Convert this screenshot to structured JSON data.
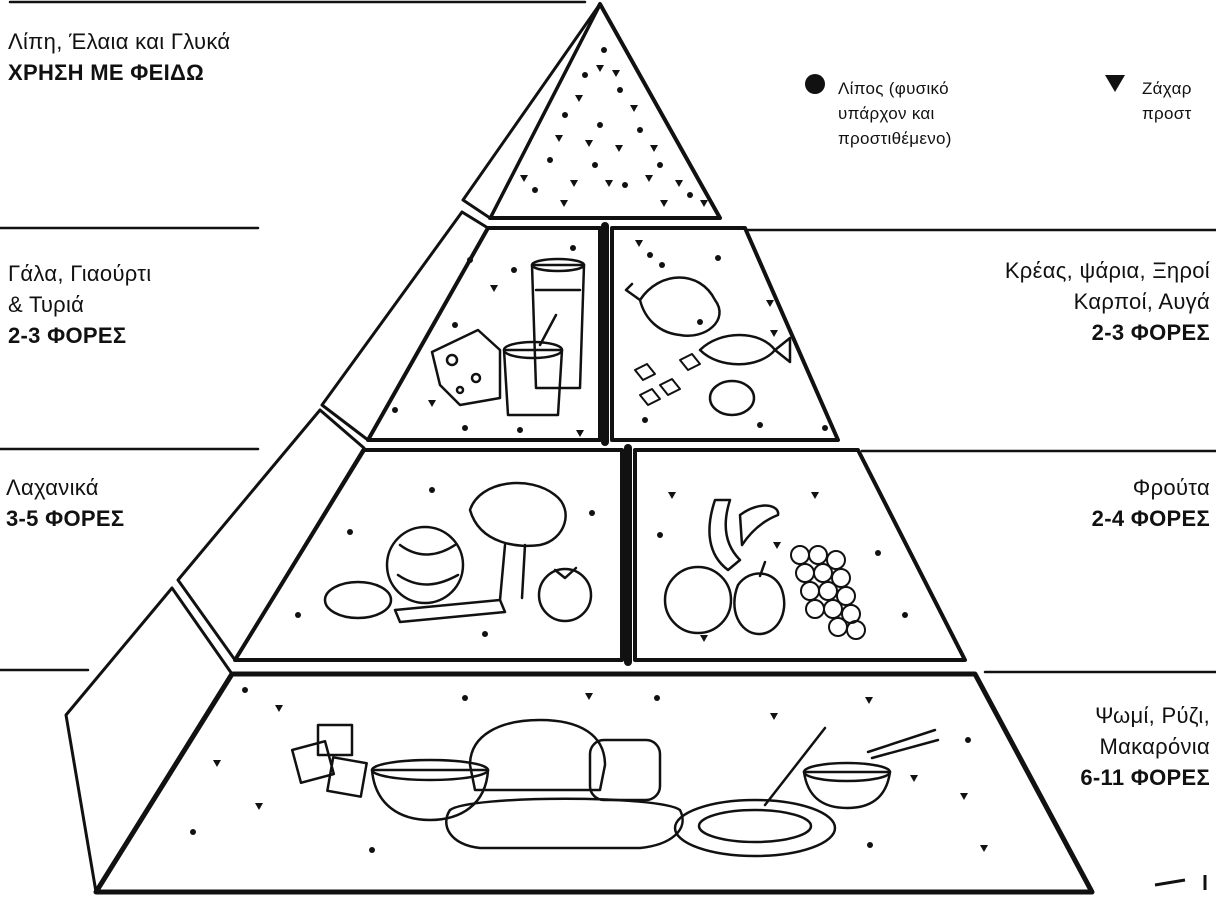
{
  "tiers": {
    "fats": {
      "name": "Λίπη, Έλαια και Γλυκά",
      "servings": "ΧΡΗΣΗ ΜΕ ΦΕΙΔΩ"
    },
    "dairy": {
      "name_line1": "Γάλα, Γιαούρτι",
      "name_line2": "& Τυριά",
      "servings": "2-3 ΦΟΡΕΣ"
    },
    "protein": {
      "name_line1": "Κρέας, ψάρια, Ξηροί",
      "name_line2": "Καρποί, Αυγά",
      "servings": "2-3 ΦΟΡΕΣ"
    },
    "vegetables": {
      "name": "Λαχανικά",
      "servings": "3-5 ΦΟΡΕΣ"
    },
    "fruits": {
      "name": "Φρούτα",
      "servings": "2-4 ΦΟΡΕΣ"
    },
    "grains": {
      "name_line1": "Ψωμί, Ρύζι,",
      "name_line2": "Μακαρόνια",
      "servings": "6-11 ΦΟΡΕΣ"
    }
  },
  "legend": {
    "fat": {
      "line1": "Λίπος (φυσικό",
      "line2": "υπάρχον και",
      "line3": "προστιθέμενο)"
    },
    "sugar": {
      "line1": "Ζάχαρ",
      "line2": "προστ"
    }
  },
  "icons": [
    "fat-dot-icon",
    "sugar-triangle-icon",
    "cheese-icon",
    "milk-glass-icon",
    "yogurt-cup-icon",
    "chicken-icon",
    "fish-icon",
    "egg-icon",
    "nuts-icon",
    "cabbage-icon",
    "broccoli-icon",
    "potato-icon",
    "carrot-icon",
    "tomato-icon",
    "banana-icon",
    "orange-icon",
    "apple-icon",
    "grapes-icon",
    "crackers-icon",
    "cereal-bowl-icon",
    "bread-loaf-icon",
    "baguette-icon",
    "pasta-plate-icon",
    "rice-bowl-icon"
  ]
}
